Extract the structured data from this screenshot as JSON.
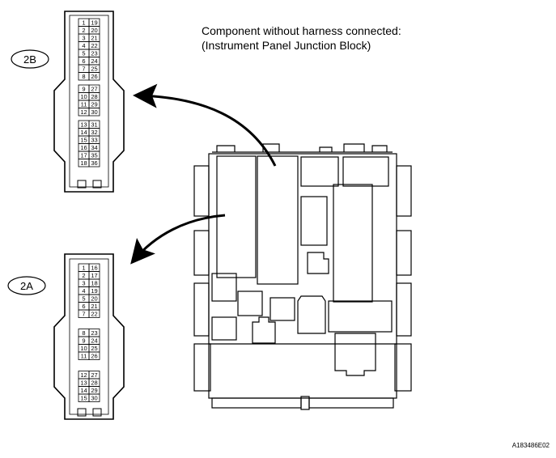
{
  "caption": {
    "line1": "Component without harness connected:",
    "line2": "(Instrument Panel Junction Block)"
  },
  "figure_id": "A183486E02",
  "connectors": [
    {
      "label": "2B",
      "groups": [
        [
          [
            1,
            19
          ],
          [
            2,
            20
          ],
          [
            3,
            21
          ],
          [
            4,
            22
          ],
          [
            5,
            23
          ],
          [
            6,
            24
          ],
          [
            7,
            25
          ],
          [
            8,
            26
          ]
        ],
        [
          [
            9,
            27
          ],
          [
            10,
            28
          ],
          [
            11,
            29
          ],
          [
            12,
            30
          ]
        ],
        [
          [
            13,
            31
          ],
          [
            14,
            32
          ],
          [
            15,
            33
          ],
          [
            16,
            34
          ],
          [
            17,
            35
          ],
          [
            18,
            36
          ]
        ]
      ]
    },
    {
      "label": "2A",
      "groups": [
        [
          [
            1,
            16
          ],
          [
            2,
            17
          ],
          [
            3,
            18
          ],
          [
            4,
            19
          ],
          [
            5,
            20
          ],
          [
            6,
            21
          ],
          [
            7,
            22
          ]
        ],
        [
          [
            8,
            23
          ],
          [
            9,
            24
          ],
          [
            10,
            25
          ],
          [
            11,
            26
          ]
        ],
        [
          [
            12,
            27
          ],
          [
            13,
            28
          ],
          [
            14,
            29
          ],
          [
            15,
            30
          ]
        ]
      ]
    }
  ]
}
